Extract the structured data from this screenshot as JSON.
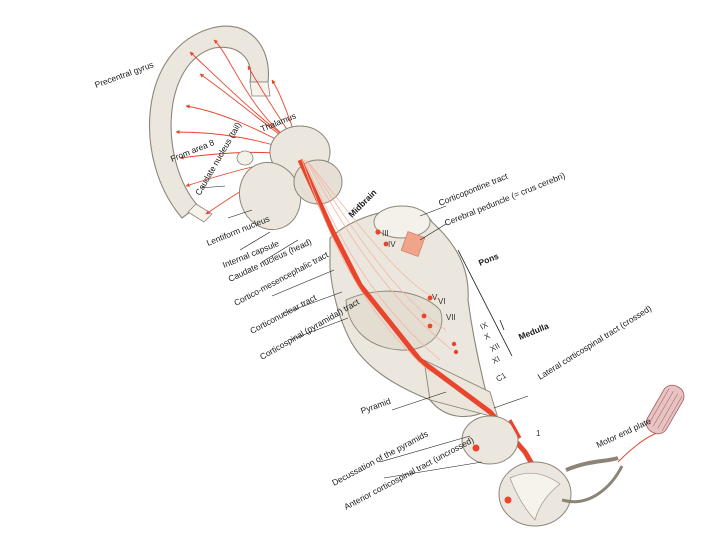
{
  "labels": {
    "precentral_gyrus": "Precentral gyrus",
    "from_area_8": "From area 8",
    "thalamus": "Thalamus",
    "caudate_tail": "Caudate nucleus (tail)",
    "lentiform": "Lentiform nucleus",
    "internal_capsule": "Internal capsule",
    "caudate_head": "Caudate nucleus (head)",
    "midbrain": "Midbrain",
    "corticopontine": "Corticopontine tract",
    "cerebral_peduncle": "Cerebral peduncle (= crus cerebri)",
    "pons": "Pons",
    "medulla": "Medulla",
    "cortico_mes": "Cortico-mesencephalic tract",
    "corticonuclear": "Corticonuclear tract",
    "corticospinal": "Corticospinal (pyramidal) tract",
    "lateral_cs": "Lateral corticospinal tract (crossed)",
    "pyramid": "Pyramid",
    "decussation": "Decussation of the pyramids",
    "anterior_cs": "Anterior corticospinal tract (uncrossed)",
    "motor_end_plate": "Motor end plate"
  },
  "nerves": [
    "III",
    "IV",
    "V",
    "VI",
    "VII",
    "IX",
    "X",
    "XII",
    "XI",
    "C1",
    "1"
  ],
  "colors": {
    "tract": "#e8452c",
    "tissue": "#ece7de",
    "outline": "#8d8478",
    "pale_tract": "#f2b8a4"
  }
}
